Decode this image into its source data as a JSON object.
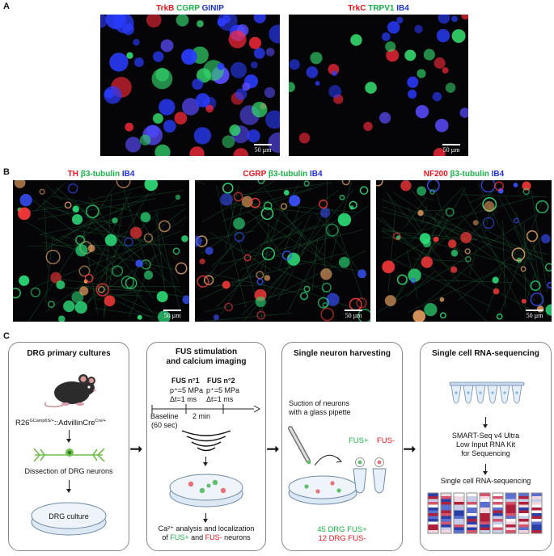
{
  "panel_a": {
    "label": "A",
    "images": [
      {
        "markers": [
          {
            "text": "TrkB",
            "color": "red"
          },
          {
            "text": " CGRP",
            "color": "green"
          },
          {
            "text": " GINIP",
            "color": "blue"
          }
        ],
        "scale": "50 µm"
      },
      {
        "markers": [
          {
            "text": "TrkC",
            "color": "red"
          },
          {
            "text": " TRPV1",
            "color": "green"
          },
          {
            "text": " IB4",
            "color": "blue"
          }
        ],
        "scale": "50 µm"
      }
    ]
  },
  "panel_b": {
    "label": "B",
    "images": [
      {
        "markers": [
          {
            "text": "TH",
            "color": "red"
          },
          {
            "text": " β3-tubulin",
            "color": "green"
          },
          {
            "text": " IB4",
            "color": "blue"
          }
        ],
        "scale": "50 µm"
      },
      {
        "markers": [
          {
            "text": "CGRP",
            "color": "red"
          },
          {
            "text": " β3-tubulin",
            "color": "green"
          },
          {
            "text": " IB4",
            "color": "blue"
          }
        ],
        "scale": "50 µm"
      },
      {
        "markers": [
          {
            "text": "NF200",
            "color": "red"
          },
          {
            "text": " β3-tubulin",
            "color": "green"
          },
          {
            "text": " IB4",
            "color": "blue"
          }
        ],
        "scale": "50 µm"
      }
    ]
  },
  "panel_c": {
    "label": "C",
    "box1": {
      "title": "DRG primary cultures",
      "genotype_main1": "R26",
      "genotype_sup1": "GCamp6S/+",
      "genotype_main2": "::AdvillinCre",
      "genotype_sup2": "Cre/+",
      "dissection": "Dissection of DRG neurons",
      "culture": "DRG culture"
    },
    "box2": {
      "title1": "FUS stimulation",
      "title2": "and calcium imaging",
      "fus1": "FUS n°1",
      "fus2": "FUS n°2",
      "p1": "p⁺=5 MPa",
      "p2": "p⁺=5 MPa",
      "t1": "Δt=1 ms",
      "t2": "Δt=1 ms",
      "baseline": "Baseline",
      "baseline_dur": "(60 sec)",
      "interval": "2 min",
      "ca_line1": "Ca²⁺ analysis and localization",
      "ca_line2_pre": "of ",
      "ca_fus_plus": "FUS+",
      "ca_and": " and ",
      "ca_fus_minus": "FUS-",
      "ca_post": " neurons"
    },
    "box3": {
      "title": "Single neuron harvesting",
      "suction1": "Suction of neurons",
      "suction2": "with a glass pipette",
      "fus_plus": "FUS+",
      "fus_minus": "FUS-",
      "count_plus": "45 DRG FUS+",
      "count_minus": "12 DRG FUS-"
    },
    "box4": {
      "title": "Single cell RNA-sequencing",
      "kit1": "SMART-Seq v4 Ultra",
      "kit2": "Low Input RNA Kit",
      "kit3": "for Sequencing",
      "seq": "Single cell RNA-sequencing"
    }
  },
  "colors": {
    "red": "#e8141c",
    "green": "#19b34a",
    "blue": "#1f32d6"
  }
}
